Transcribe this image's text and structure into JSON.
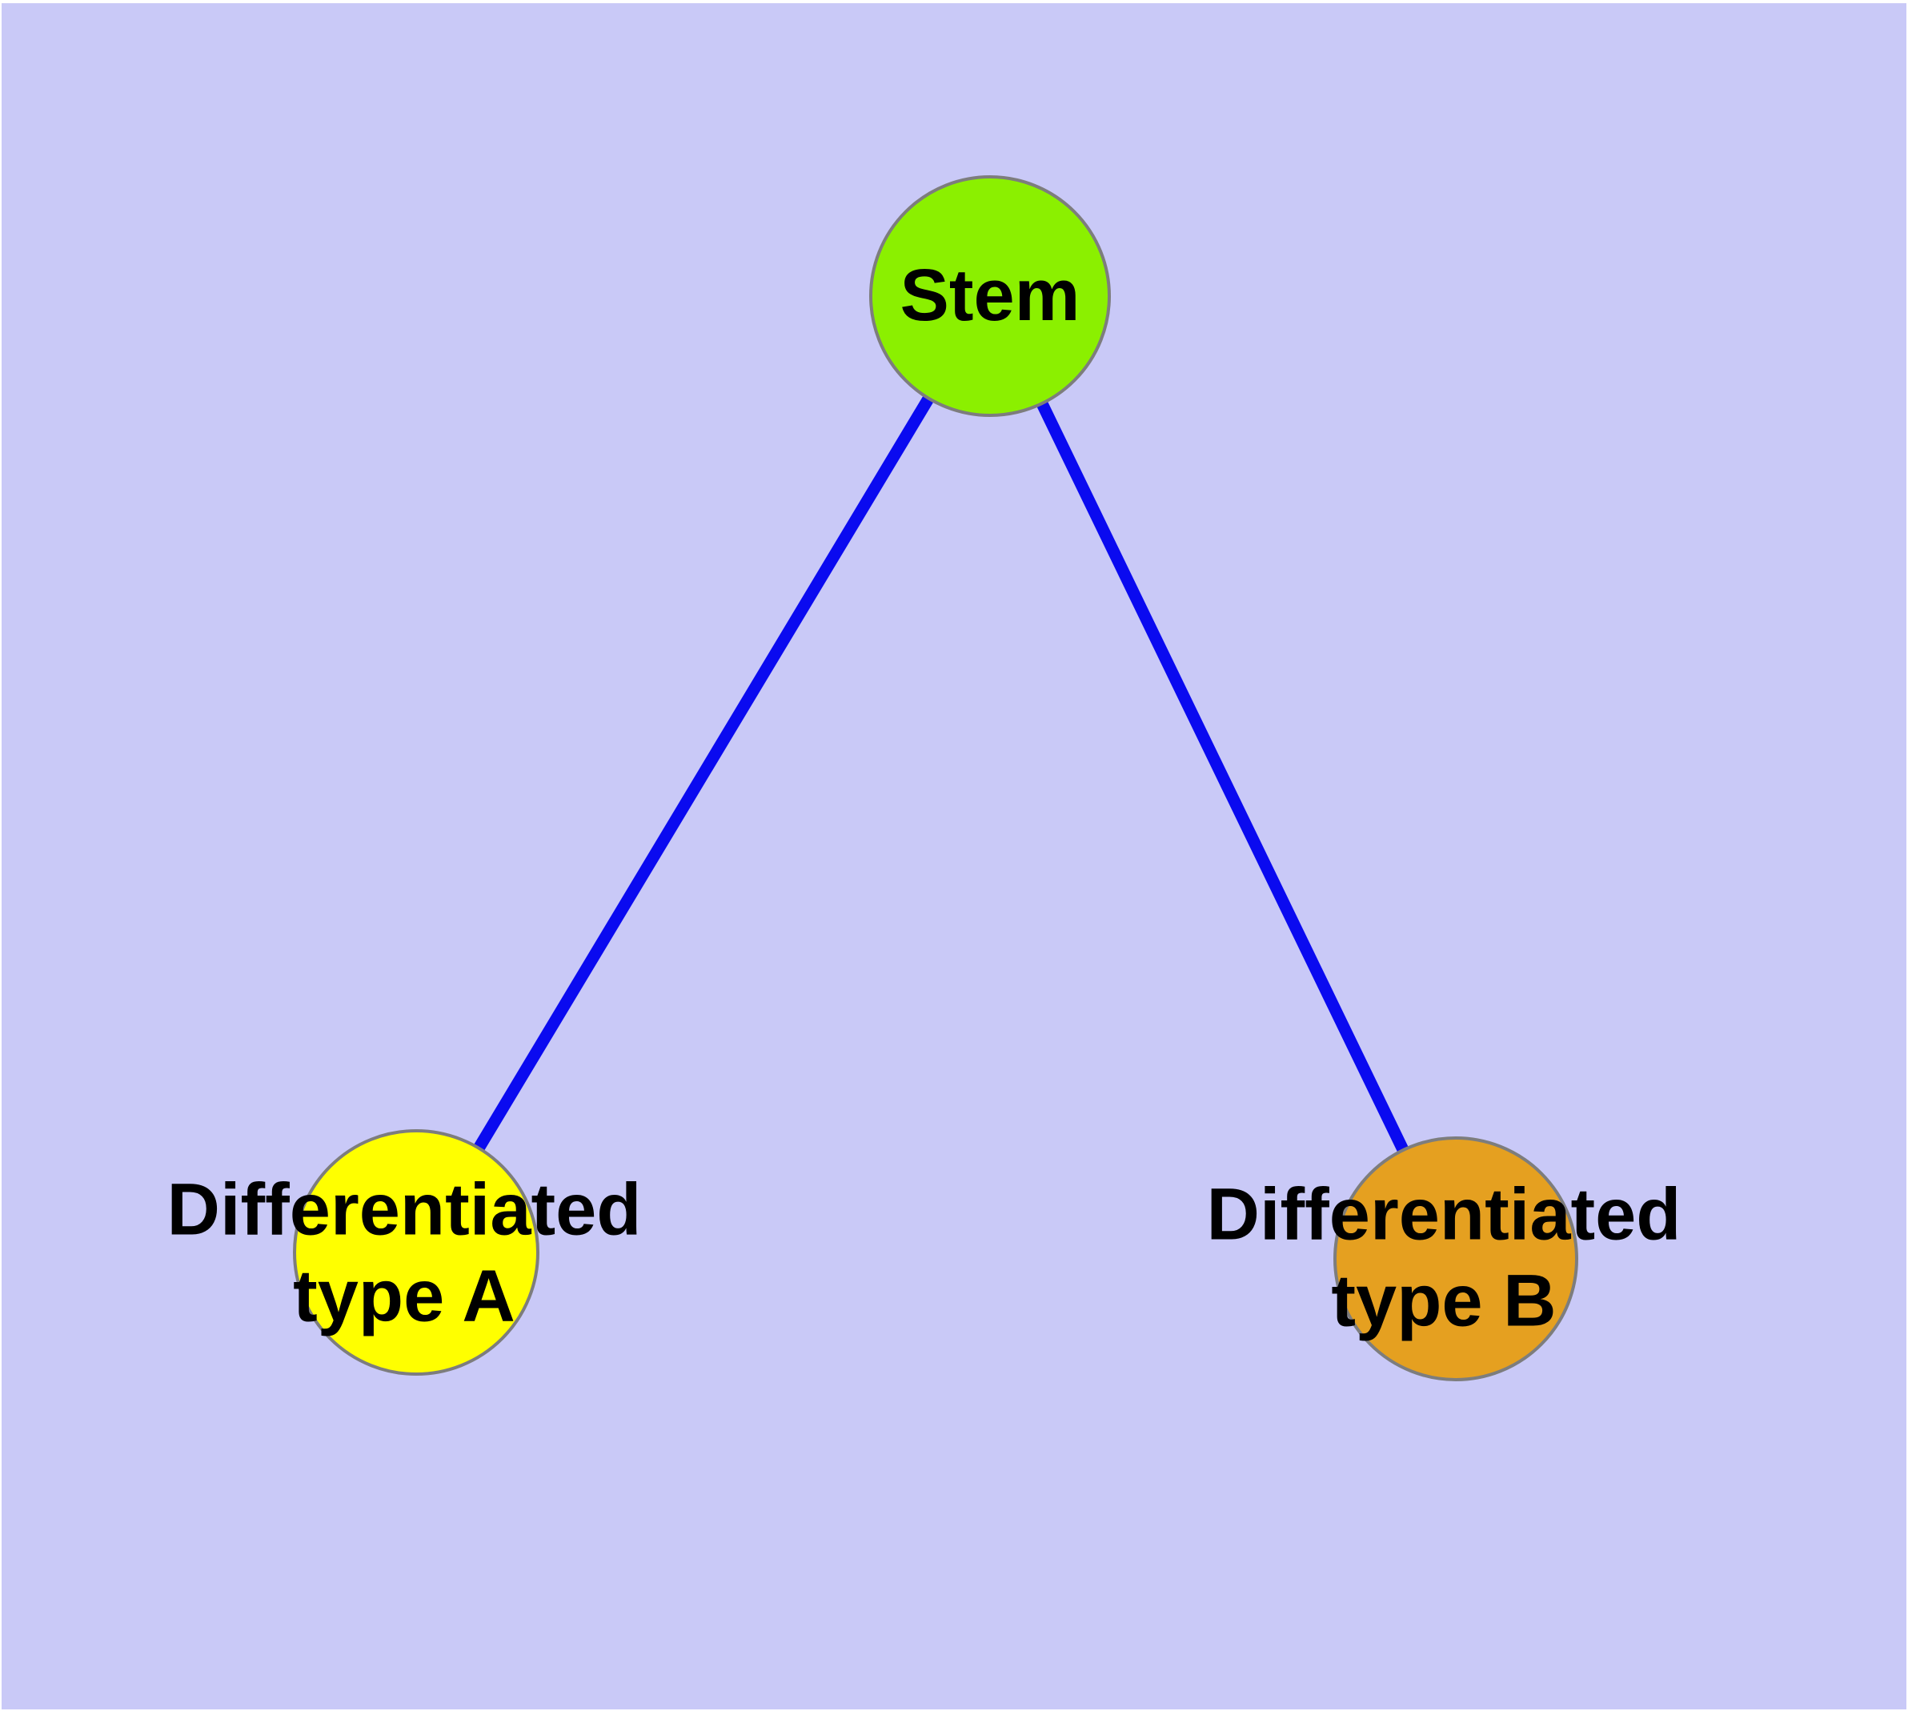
{
  "diagram": {
    "type": "graph",
    "background_color": "#c9c9f7",
    "edge_color": "#0a0af0",
    "node_border_color": "#7d7d7d",
    "label_color": "#000000",
    "nodes": [
      {
        "id": "stem",
        "label": "Stem",
        "color": "#8bf000"
      },
      {
        "id": "type-a",
        "label": "Differentiated\ntype A",
        "color": "#ffff00"
      },
      {
        "id": "type-b",
        "label": "Differentiated\ntype B",
        "color": "#e5a020"
      }
    ],
    "edges": [
      {
        "from": "stem",
        "to": "type-a"
      },
      {
        "from": "stem",
        "to": "type-b"
      }
    ]
  }
}
